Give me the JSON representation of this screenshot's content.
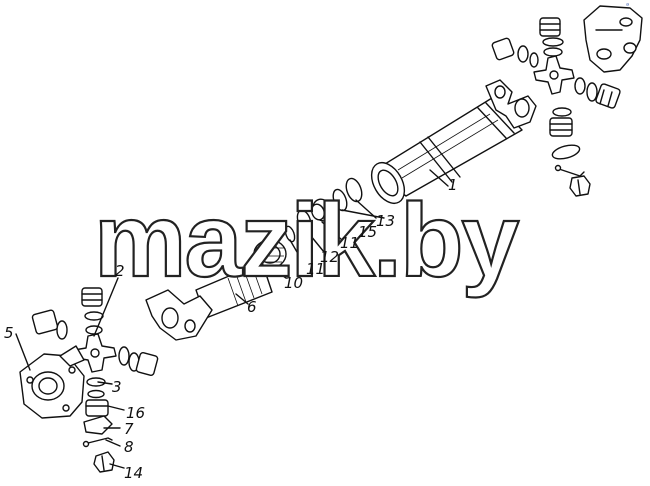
{
  "watermark": "mazik.by",
  "corner_mark": "ᵃ",
  "labels": {
    "l1": "1",
    "l2": "2",
    "l3": "3",
    "l5": "5",
    "l6": "6",
    "l7": "7",
    "l8": "8",
    "l10": "10",
    "l11a": "11",
    "l11b": "11",
    "l12": "12",
    "l13": "13",
    "l14": "14",
    "l15": "15",
    "l16": "16"
  }
}
